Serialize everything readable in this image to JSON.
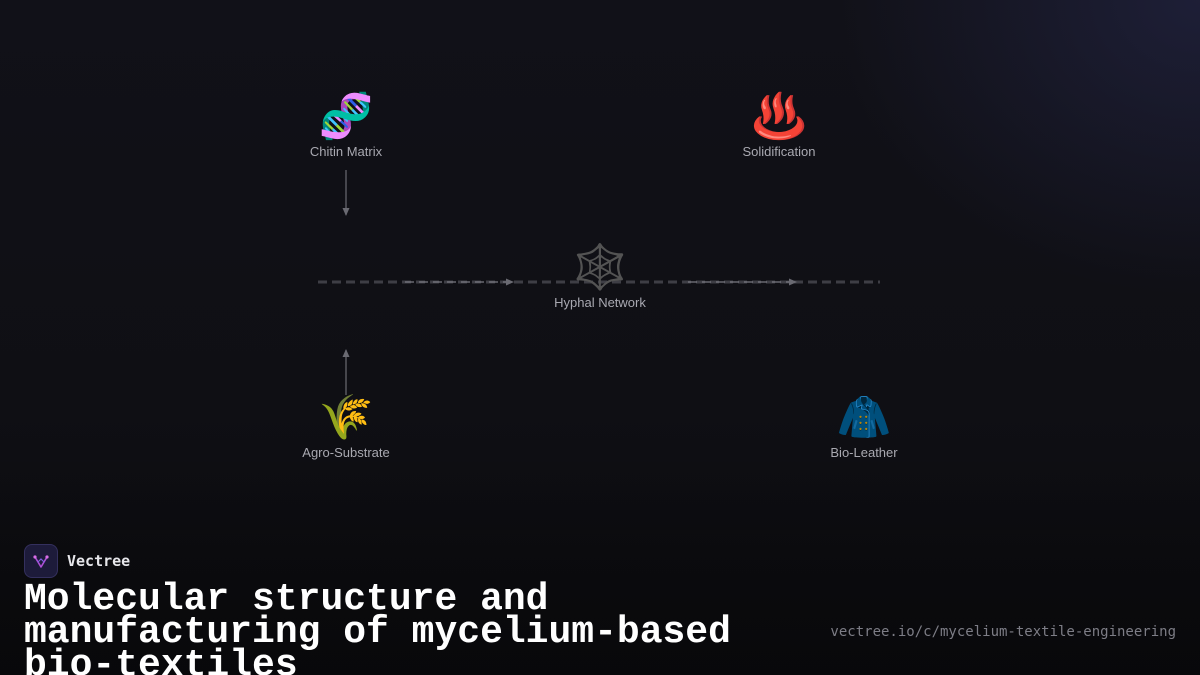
{
  "diagram": {
    "nodes": {
      "chitin_matrix": {
        "label": "Chitin Matrix",
        "icon": "dna-icon",
        "glyph": "🧬"
      },
      "solidification": {
        "label": "Solidification",
        "icon": "hot-springs-icon",
        "glyph": "♨️"
      },
      "hyphal_network": {
        "label": "Hyphal Network",
        "icon": "spider-web-icon",
        "glyph": "🕸️"
      },
      "agro_substrate": {
        "label": "Agro-Substrate",
        "icon": "sheaf-of-rice-icon",
        "glyph": "🌾"
      },
      "bio_leather": {
        "label": "Bio-Leather",
        "icon": "coat-icon",
        "glyph": "🧥"
      }
    },
    "edges": [
      {
        "from": "chitin_matrix",
        "to": "hyphal_network",
        "style": "solid"
      },
      {
        "from": "agro_substrate",
        "to": "hyphal_network",
        "style": "solid"
      },
      {
        "from": "hyphal_network",
        "to": "bio_leather",
        "style": "dashed"
      }
    ]
  },
  "footer": {
    "brand_name": "Vectree",
    "headline": "Molecular structure and manufacturing of mycelium-based bio-textiles",
    "url": "vectree.io/c/mycelium-textile-engineering"
  },
  "colors": {
    "background": "#0f0f14",
    "connector": "#6a6a72",
    "label": "#a9a9b1",
    "headline": "#ffffff",
    "brand_logo": "#1d1b3a",
    "brand_accent": "#b04fd6"
  }
}
